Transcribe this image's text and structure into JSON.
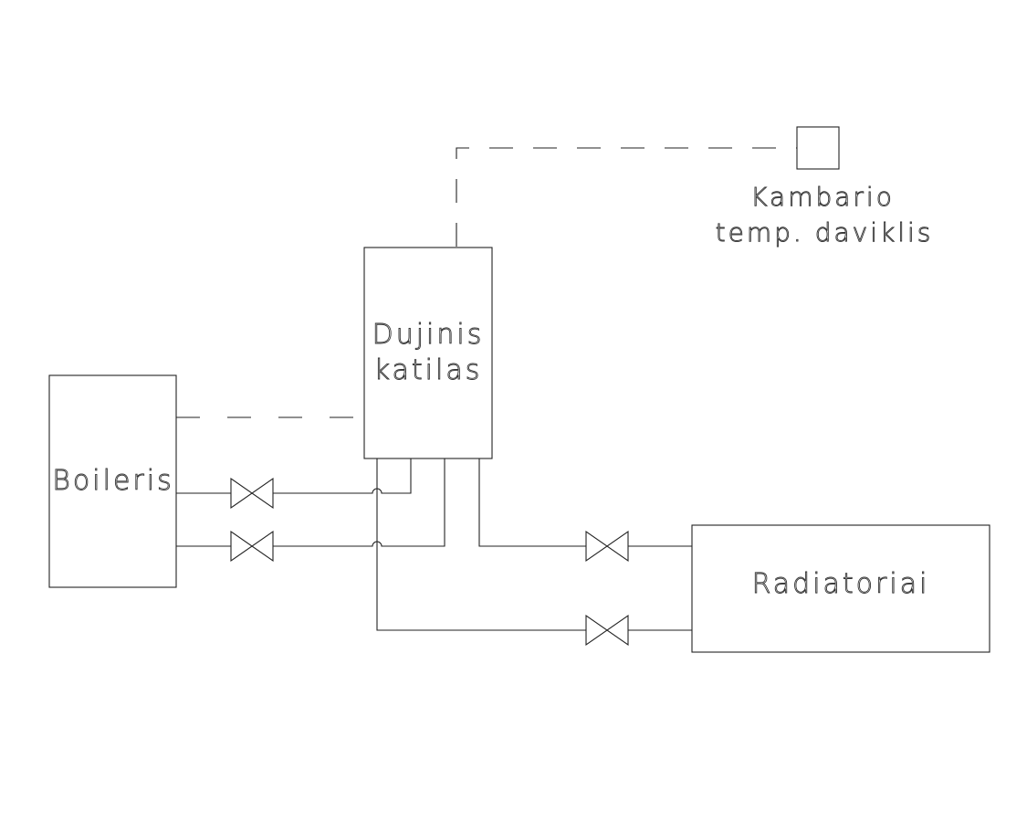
{
  "labels": {
    "sensor_line1": "Kambario",
    "sensor_line2": "temp. daviklis",
    "boiler_line1": "Dujinis",
    "boiler_line2": "katilas",
    "tank": "Boileris",
    "radiators": "Radiatoriai"
  },
  "colors": {
    "line": "#222222",
    "background": "#ffffff"
  }
}
